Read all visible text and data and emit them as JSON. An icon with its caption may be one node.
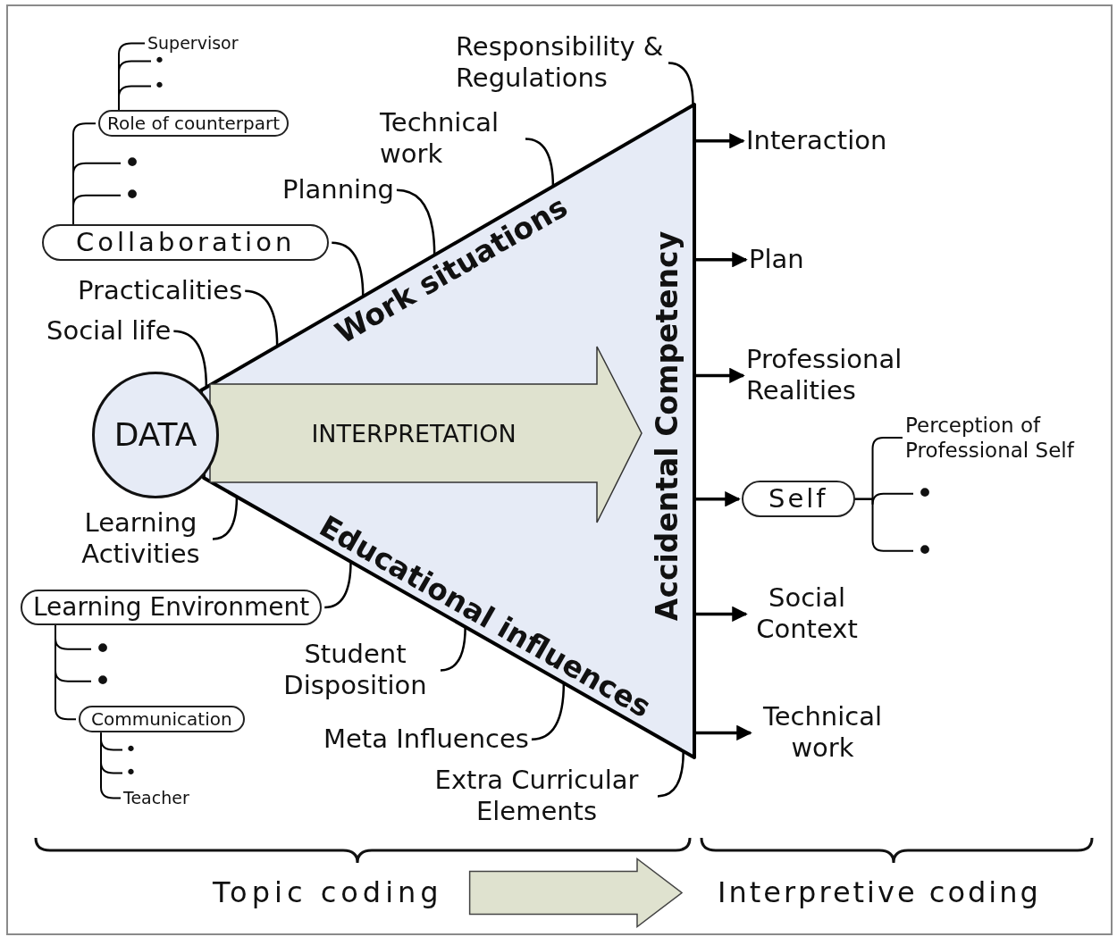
{
  "diagram": {
    "nodes": [
      {
        "text": [
          "Work situations",
          "Educational influences",
          "Accidental Competency"
        ]
      },
      {
        "text": [
          "INTERPRETATION"
        ],
        "in": 0
      },
      {
        "text": [
          "DATA"
        ]
      },
      {
        "text": [
          "Supervisor"
        ]
      },
      {
        "text": [
          "•"
        ]
      },
      {
        "text": [
          "•"
        ]
      },
      {
        "text": [
          "Role of counterpart"
        ]
      },
      {
        "text": [
          "•"
        ]
      },
      {
        "text": [
          "•"
        ]
      },
      {
        "text": [
          "Collaboration"
        ]
      },
      {
        "text": [
          "Responsibility & Regulations"
        ]
      },
      {
        "text": [
          "Technical work"
        ]
      },
      {
        "text": [
          "Planning"
        ]
      },
      {
        "text": [
          "Practicalities"
        ]
      },
      {
        "text": [
          "Social life"
        ]
      },
      {
        "text": [
          "Learning Activities"
        ]
      },
      {
        "text": [
          "Learning Environment"
        ]
      },
      {
        "text": [
          "•"
        ]
      },
      {
        "text": [
          "•"
        ]
      },
      {
        "text": [
          "Communication"
        ]
      },
      {
        "text": [
          "•"
        ]
      },
      {
        "text": [
          "•"
        ]
      },
      {
        "text": [
          "Teacher"
        ]
      },
      {
        "text": [
          "Student Disposition"
        ]
      },
      {
        "text": [
          "Meta Influences"
        ]
      },
      {
        "text": [
          "Extra Curricular Elements"
        ]
      },
      {
        "text": [
          "Interaction"
        ]
      },
      {
        "text": [
          "Plan"
        ]
      },
      {
        "text": [
          "Professional Realities"
        ]
      },
      {
        "text": [
          "Self"
        ]
      },
      {
        "text": [
          "Perception of Professional Self"
        ]
      },
      {
        "text": [
          "•"
        ]
      },
      {
        "text": [
          "•"
        ]
      },
      {
        "text": [
          "Social Context"
        ]
      },
      {
        "text": [
          "Technical work"
        ]
      },
      {
        "text": [
          "Topic coding"
        ]
      },
      {
        "text": [
          "Interpretive coding"
        ]
      }
    ],
    "edges": [
      {
        "from": 6,
        "to": 3,
        "arrow": "none"
      },
      {
        "from": 6,
        "to": 4,
        "arrow": "none"
      },
      {
        "from": 6,
        "to": 5,
        "arrow": "none"
      },
      {
        "from": 9,
        "to": 6,
        "arrow": "none"
      },
      {
        "from": 9,
        "to": 7,
        "arrow": "none"
      },
      {
        "from": 9,
        "to": 8,
        "arrow": "none"
      },
      {
        "from": 10,
        "to": 0,
        "arrow": "none"
      },
      {
        "from": 11,
        "to": 0,
        "arrow": "none"
      },
      {
        "from": 12,
        "to": 0,
        "arrow": "none"
      },
      {
        "from": 9,
        "to": 0,
        "arrow": "none"
      },
      {
        "from": 13,
        "to": 0,
        "arrow": "none"
      },
      {
        "from": 14,
        "to": 0,
        "arrow": "none"
      },
      {
        "from": 15,
        "to": 0,
        "arrow": "none"
      },
      {
        "from": 16,
        "to": 0,
        "arrow": "none"
      },
      {
        "from": 16,
        "to": 17,
        "arrow": "none"
      },
      {
        "from": 16,
        "to": 18,
        "arrow": "none"
      },
      {
        "from": 16,
        "to": 19,
        "arrow": "none"
      },
      {
        "from": 19,
        "to": 20,
        "arrow": "none"
      },
      {
        "from": 19,
        "to": 21,
        "arrow": "none"
      },
      {
        "from": 19,
        "to": 22,
        "arrow": "none"
      },
      {
        "from": 23,
        "to": 0,
        "arrow": "none"
      },
      {
        "from": 24,
        "to": 0,
        "arrow": "none"
      },
      {
        "from": 25,
        "to": 0,
        "arrow": "none"
      },
      {
        "from": 0,
        "to": 26,
        "arrow": "to"
      },
      {
        "from": 0,
        "to": 27,
        "arrow": "to"
      },
      {
        "from": 0,
        "to": 28,
        "arrow": "to"
      },
      {
        "from": 0,
        "to": 29,
        "arrow": "to"
      },
      {
        "from": 29,
        "to": 30,
        "arrow": "none"
      },
      {
        "from": 29,
        "to": 31,
        "arrow": "none"
      },
      {
        "from": 29,
        "to": 32,
        "arrow": "none"
      },
      {
        "from": 0,
        "to": 33,
        "arrow": "to"
      },
      {
        "from": 0,
        "to": 34,
        "arrow": "to"
      },
      {
        "from": 35,
        "to": 36,
        "arrow": "to",
        "style": "thick"
      }
    ]
  }
}
